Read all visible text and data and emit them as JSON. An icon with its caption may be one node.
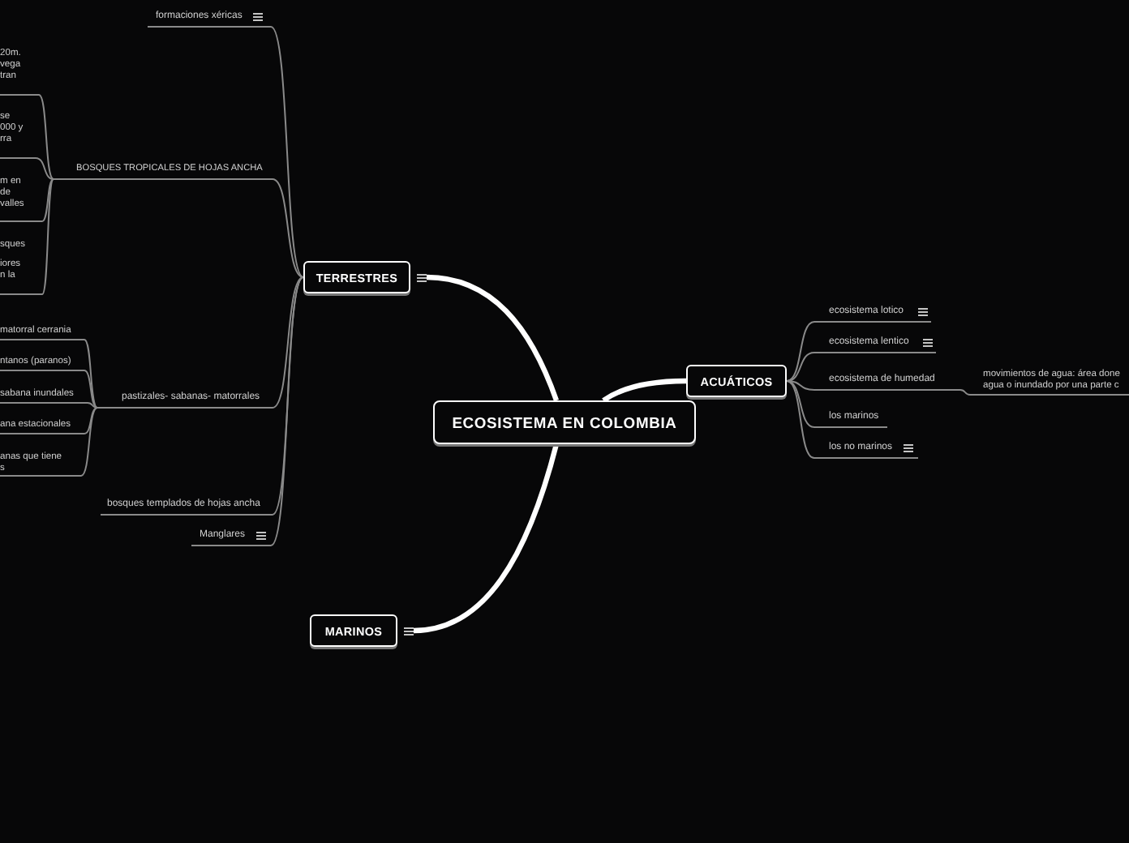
{
  "diagram": {
    "nodes": [
      {
        "text": [
          "ECOSISTEMA EN COLOMBIA"
        ]
      },
      {
        "text": [
          "TERRESTRES"
        ]
      },
      {
        "text": [
          "formaciones xéricas"
        ]
      },
      {
        "text": [
          "BOSQUES TROPICALES DE HOJAS ANCHA"
        ]
      },
      {
        "text": [
          "20m.",
          "vega",
          "tran"
        ]
      },
      {
        "text": [
          "se",
          "000 y",
          "rra"
        ]
      },
      {
        "text": [
          "m en",
          "de",
          "valles"
        ]
      },
      {
        "text": [
          "sques",
          "iores",
          "n la"
        ]
      },
      {
        "text": [
          "pastizales- sabanas- matorrales"
        ]
      },
      {
        "text": [
          "matorral cerrania"
        ]
      },
      {
        "text": [
          "ntanos (paranos)"
        ]
      },
      {
        "text": [
          "sabana inundales"
        ]
      },
      {
        "text": [
          "ana estacionales"
        ]
      },
      {
        "text": [
          "anas que tiene",
          "s"
        ]
      },
      {
        "text": [
          "bosques templados de hojas ancha"
        ]
      },
      {
        "text": [
          "Manglares"
        ]
      },
      {
        "text": [
          "ACUÁTICOS"
        ]
      },
      {
        "text": [
          "ecosistema lotico"
        ]
      },
      {
        "text": [
          "ecosistema lentico"
        ]
      },
      {
        "text": [
          "ecosistema de humedad"
        ]
      },
      {
        "text": [
          "movimientos de agua: área done",
          "agua o inundado por una parte c"
        ]
      },
      {
        "text": [
          "los marinos"
        ]
      },
      {
        "text": [
          "los no marinos"
        ]
      },
      {
        "text": [
          "MARINOS"
        ]
      }
    ],
    "edges": [
      {
        "from": 0,
        "to": 1,
        "arrow": "none",
        "style": "thick",
        "color": "#ffffff"
      },
      {
        "from": 0,
        "to": 16,
        "arrow": "none",
        "style": "thick",
        "color": "#ffffff"
      },
      {
        "from": 0,
        "to": 23,
        "arrow": "none",
        "style": "thick",
        "color": "#ffffff"
      },
      {
        "from": 1,
        "to": 2,
        "arrow": "none"
      },
      {
        "from": 1,
        "to": 3,
        "arrow": "none"
      },
      {
        "from": 1,
        "to": 8,
        "arrow": "none"
      },
      {
        "from": 1,
        "to": 14,
        "arrow": "none"
      },
      {
        "from": 1,
        "to": 15,
        "arrow": "none"
      },
      {
        "from": 3,
        "to": 4,
        "arrow": "none"
      },
      {
        "from": 3,
        "to": 5,
        "arrow": "none"
      },
      {
        "from": 3,
        "to": 6,
        "arrow": "none"
      },
      {
        "from": 3,
        "to": 7,
        "arrow": "none"
      },
      {
        "from": 8,
        "to": 9,
        "arrow": "none"
      },
      {
        "from": 8,
        "to": 10,
        "arrow": "none"
      },
      {
        "from": 8,
        "to": 11,
        "arrow": "none"
      },
      {
        "from": 8,
        "to": 12,
        "arrow": "none"
      },
      {
        "from": 8,
        "to": 13,
        "arrow": "none"
      },
      {
        "from": 16,
        "to": 17,
        "arrow": "none"
      },
      {
        "from": 16,
        "to": 18,
        "arrow": "none"
      },
      {
        "from": 16,
        "to": 19,
        "arrow": "none"
      },
      {
        "from": 16,
        "to": 21,
        "arrow": "none"
      },
      {
        "from": 16,
        "to": 22,
        "arrow": "none"
      },
      {
        "from": 19,
        "to": 20,
        "arrow": "none"
      }
    ]
  }
}
